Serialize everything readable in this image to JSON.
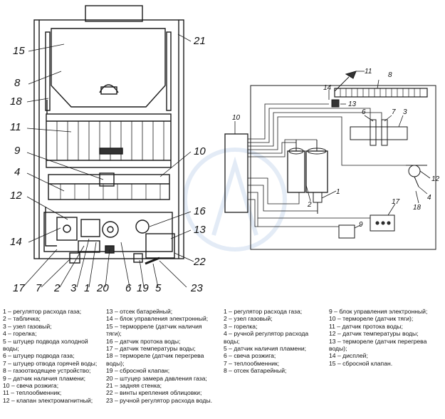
{
  "left_figure": {
    "callouts": [
      "15",
      "8",
      "18",
      "11",
      "9",
      "4",
      "12",
      "14",
      "17",
      "7",
      "2",
      "3",
      "1",
      "20",
      "6",
      "19",
      "5",
      "23",
      "22",
      "13",
      "16",
      "10",
      "21"
    ]
  },
  "right_figure": {
    "callouts": [
      "11",
      "8",
      "14",
      "13",
      "6",
      "7",
      "3",
      "10",
      "2",
      "1",
      "12",
      "4",
      "18",
      "17",
      "9"
    ]
  },
  "legend_left_a": [
    "1 – регулятор расхода газа;",
    "2 – табличка;",
    "3 – узел газовый;",
    "4 – горелка;",
    "5 – штуцер подвода холодной воды;",
    "6 – штуцер подвода газа;",
    "7 – штуцер отвода горячей воды;",
    "8 – газоотводящее устройство;",
    "9 – датчик наличия пламени;",
    "10 – свеча розжига;",
    "11 – теплообменник;",
    "12 – клапан электромагнитный;"
  ],
  "legend_left_b": [
    "13 – отсек батарейный;",
    "14 – блок управления электронный;",
    "15 – терморреле (датчик наличия тяги);",
    "16 – датчик протока воды;",
    "17 – датчик температуры воды;",
    "18 – термореле (датчик перегрева воды);",
    "19 – сбросной клапан;",
    "20 – штуцер замера давления газа;",
    "21 – задняя стенка;",
    "22 – винты крепления облицовки;",
    "23 – ручной регулятор расхода воды."
  ],
  "legend_right_a": [
    "1 – регулятор расхода газа;",
    "2 – узел газовый;",
    "3 – горелка;",
    "4 – ручной регулятор расхода воды;",
    "5 – датчик наличия пламени;",
    "6 – свеча розжига;",
    "7 – теплообменник;",
    "8 – отсек батарейный;"
  ],
  "legend_right_b": [
    "9 – блок управления электронный;",
    "10 – термореле (датчик тяги);",
    "11 – датчик протока воды;",
    "12 – датчик температуры воды;",
    "13 – термореле (датчик перегрева воды);",
    "14 – дисплей;",
    "15 – сбросной клапан."
  ],
  "colors": {
    "line": "#1a1a1a",
    "background": "#ffffff",
    "watermark": "#c9d9ee"
  }
}
